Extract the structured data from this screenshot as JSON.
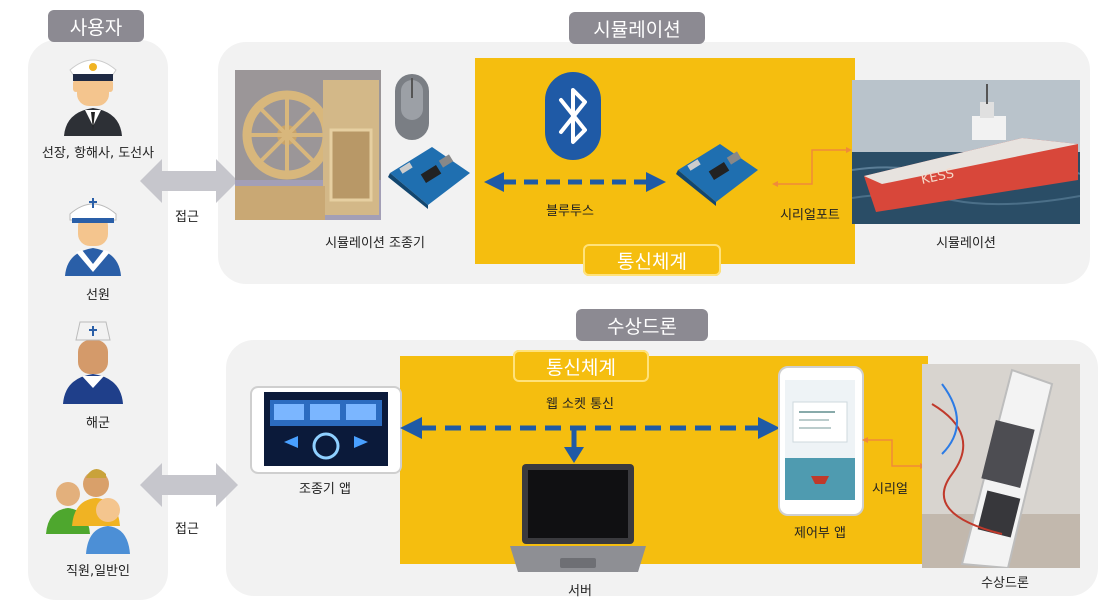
{
  "users": {
    "title": "사용자",
    "roles": [
      {
        "label": "선장, 항해사, 도선사",
        "icon": "captain-icon"
      },
      {
        "label": "선원",
        "icon": "sailor-icon"
      },
      {
        "label": "해군",
        "icon": "navy-icon"
      },
      {
        "label": "직원,일반인",
        "icon": "staff-group-icon"
      }
    ]
  },
  "simulation": {
    "title": "시뮬레이션",
    "access_label": "접근",
    "controller_label": "시뮬레이션 조종기",
    "bluetooth_label": "블루투스",
    "serial_port_label": "시리얼포트",
    "comm_system_label": "통신체계",
    "simulation_label": "시뮬레이션",
    "ship_hull_text": "KESS"
  },
  "drone": {
    "title": "수상드론",
    "access_label": "접근",
    "comm_system_label": "통신체계",
    "websocket_label": "웹 소켓 통신",
    "controller_app_label": "조종기 앱",
    "server_label": "서버",
    "control_app_label": "제어부 앱",
    "serial_label": "시리얼",
    "drone_label": "수상드론"
  },
  "colors": {
    "panel": "#f2f2f2",
    "tag": "#8c8a92",
    "comm_yellow": "#f5be0f",
    "arrow_blue": "#1f5aa6",
    "access_arrow": "#c6c6cc",
    "serial_arrow": "#f08a3a"
  }
}
